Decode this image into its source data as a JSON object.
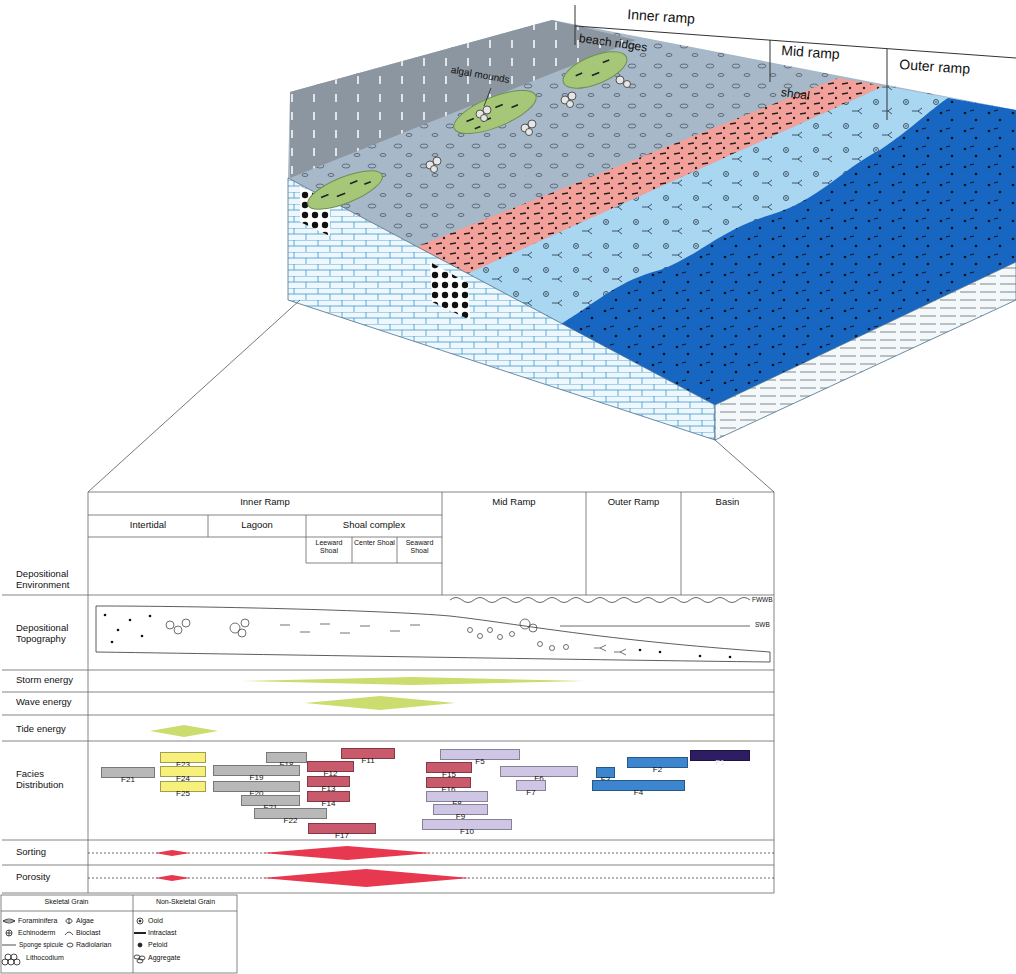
{
  "diagram": {
    "nodes": [
      {
        "text": [
          "F11"
        ]
      },
      {
        "text": [
          "F1"
        ]
      },
      {
        "text": [
          "F23"
        ]
      },
      {
        "text": [
          "F18"
        ]
      },
      {
        "text": [
          "F5"
        ]
      },
      {
        "text": [
          "F2"
        ]
      },
      {
        "text": [
          "F12"
        ]
      },
      {
        "text": [
          "F15"
        ]
      },
      {
        "text": [
          "F19"
        ]
      },
      {
        "text": [
          "F24"
        ]
      },
      {
        "text": [
          "F6"
        ]
      },
      {
        "text": [
          "F21"
        ]
      },
      {
        "text": [
          "F3"
        ]
      },
      {
        "text": [
          "F13"
        ]
      },
      {
        "text": [
          "F16"
        ]
      },
      {
        "text": [
          "F7"
        ]
      },
      {
        "text": [
          "F4"
        ]
      },
      {
        "text": [
          "F25"
        ]
      },
      {
        "text": [
          "F20"
        ]
      },
      {
        "text": [
          "F14"
        ]
      },
      {
        "text": [
          "F8"
        ]
      },
      {
        "text": [
          "F21"
        ]
      },
      {
        "text": [
          "F9"
        ]
      },
      {
        "text": [
          "F22"
        ]
      },
      {
        "text": [
          "F10"
        ]
      },
      {
        "text": [
          "F17"
        ]
      }
    ],
    "labels": [
      "Inner ramp",
      "Mid ramp",
      "Outer ramp",
      "beach ridges",
      "shoal",
      "algal mounds",
      "Inner Ramp",
      "Mid Ramp",
      "Outer Ramp",
      "Basin",
      "Intertidal",
      "Lagoon",
      "Shoal complex",
      "Leeward Shoal",
      "Center Shoal",
      "Seaward Shoal",
      "Depositional Environment",
      "Depositional Topography",
      "FWWB",
      "SWB",
      "Storm energy",
      "Wave energy",
      "Tide energy",
      "Facies Distribution",
      "Sorting",
      "Porosity",
      "Skeletal Grain",
      "Non-Skeletal Grain"
    ],
    "legend": [
      {
        "text": "Foraminifera"
      },
      {
        "text": "Algae"
      },
      {
        "text": "Ooid"
      },
      {
        "text": "Echinoderm"
      },
      {
        "text": "Bioclast"
      },
      {
        "text": "Intraclast"
      },
      {
        "text": "Sponge spicule"
      },
      {
        "text": "Radiolarian"
      },
      {
        "text": "Peloid"
      },
      {
        "text": "Lithocodium"
      },
      {
        "text": "Aggregate"
      }
    ]
  }
}
